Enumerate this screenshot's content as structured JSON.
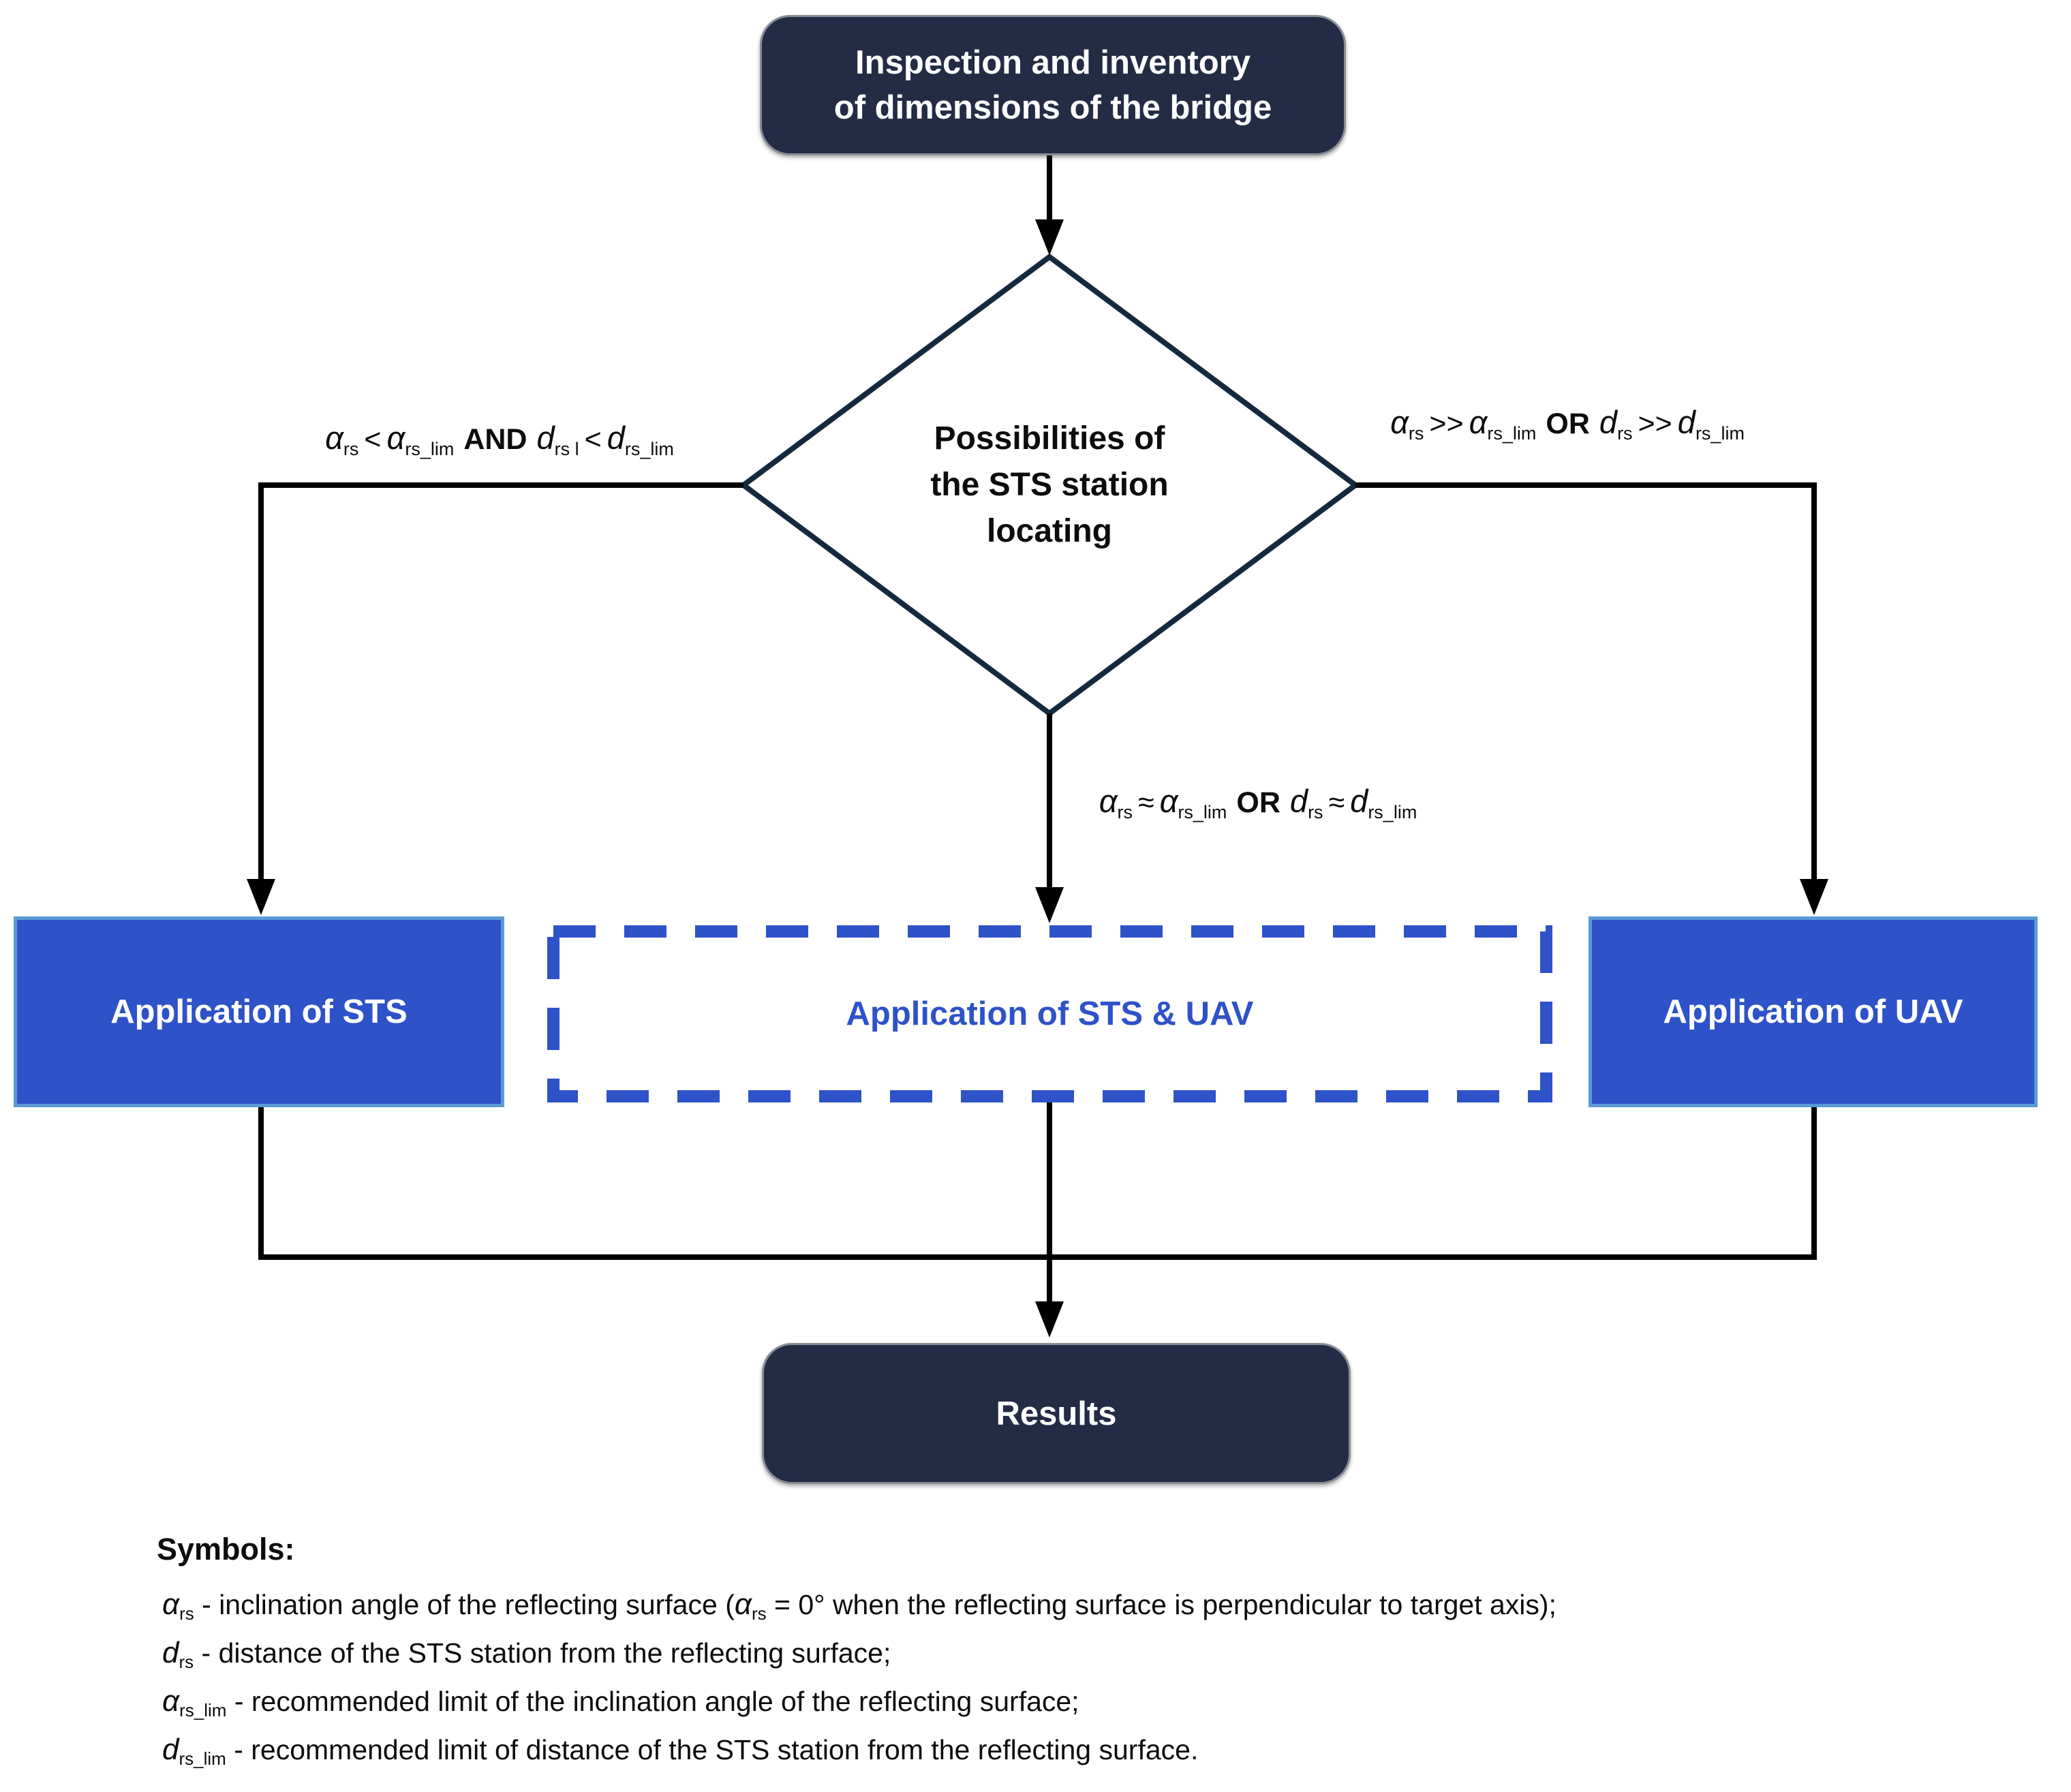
{
  "colors": {
    "navy_box": "#232c44",
    "navy_box_outline": "#878d98",
    "blue_box": "#2e52c8",
    "blue_box_border": "#5b9bd5",
    "diamond_border": "#15293e",
    "flow_line": "#000000",
    "text_dark": "#0c0c0c",
    "text_white": "#ffffff"
  },
  "nodes": {
    "start": {
      "line1": "Inspection and inventory",
      "line2": "of dimensions of the bridge"
    },
    "decision": {
      "line1": "Possibilities of",
      "line2": "the STS station",
      "line3": "locating"
    },
    "sts": {
      "label": "Application of STS"
    },
    "sts_uav": {
      "label": "Application of STS & UAV"
    },
    "uav": {
      "label": "Application of UAV"
    },
    "results": {
      "label": "Results"
    }
  },
  "edge_labels": {
    "left": [
      {
        "main": "α",
        "sub": "rs"
      },
      {
        "text": "<"
      },
      {
        "main": "α",
        "sub": "rs_lim"
      },
      {
        "op": "AND"
      },
      {
        "main": "d",
        "sub": "rs l"
      },
      {
        "text": "<"
      },
      {
        "main": "d",
        "sub": "rs_lim"
      }
    ],
    "right": [
      {
        "main": "α",
        "sub": "rs"
      },
      {
        "text": ">>"
      },
      {
        "main": "α",
        "sub": "rs_lim"
      },
      {
        "op": "OR"
      },
      {
        "main": "d",
        "sub": "rs"
      },
      {
        "text": ">>"
      },
      {
        "main": "d",
        "sub": "rs_lim"
      }
    ],
    "middle": [
      {
        "main": "α",
        "sub": "rs"
      },
      {
        "text": "≈"
      },
      {
        "main": "α",
        "sub": "rs_lim"
      },
      {
        "op": "OR"
      },
      {
        "main": "d",
        "sub": "rs"
      },
      {
        "text": "≈"
      },
      {
        "main": "d",
        "sub": "rs_lim"
      }
    ]
  },
  "symbols": {
    "heading": "Symbols:",
    "lines": [
      [
        {
          "main": "α",
          "sub": "rs"
        },
        {
          "text": " - inclination angle of the reflecting surface ("
        },
        {
          "main": "α",
          "sub": "rs"
        },
        {
          "text": " = 0° when the reflecting surface is perpendicular to target axis);"
        }
      ],
      [
        {
          "main": "d",
          "sub": "rs"
        },
        {
          "text": " - distance of the STS station from the reflecting surface;"
        }
      ],
      [
        {
          "main": "α",
          "sub": "rs_lim"
        },
        {
          "text": " - recommended limit of the inclination angle of the reflecting surface;"
        }
      ],
      [
        {
          "main": "d",
          "sub": "rs_lim"
        },
        {
          "text": " - recommended limit of distance of the STS station from the reflecting surface."
        }
      ]
    ]
  }
}
